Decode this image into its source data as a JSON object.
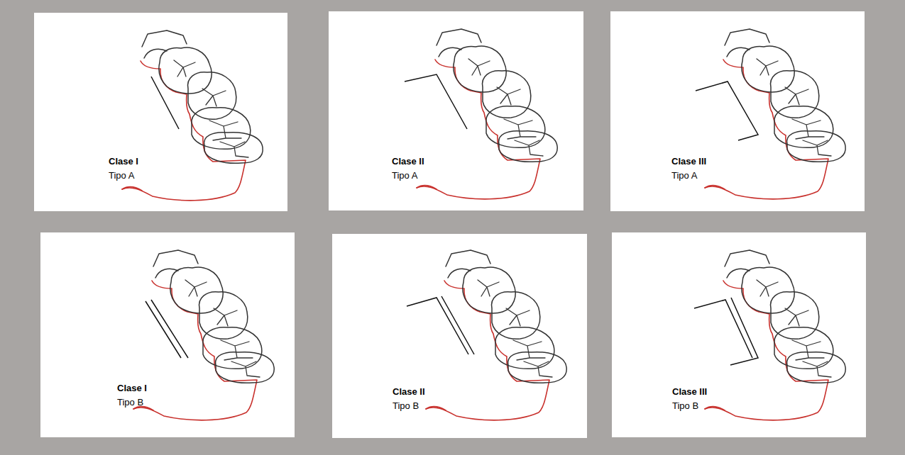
{
  "diagram": {
    "nodes": [
      {
        "text": [
          "Clase I",
          "Tipo A"
        ]
      },
      {
        "text": [
          "Clase II",
          "Tipo A"
        ]
      },
      {
        "text": [
          "Clase III",
          "Tipo A"
        ]
      },
      {
        "text": [
          "Clase I",
          "Tipo B"
        ]
      },
      {
        "text": [
          "Clase II",
          "Tipo B"
        ]
      },
      {
        "text": [
          "Clase III",
          "Tipo B"
        ]
      }
    ]
  }
}
